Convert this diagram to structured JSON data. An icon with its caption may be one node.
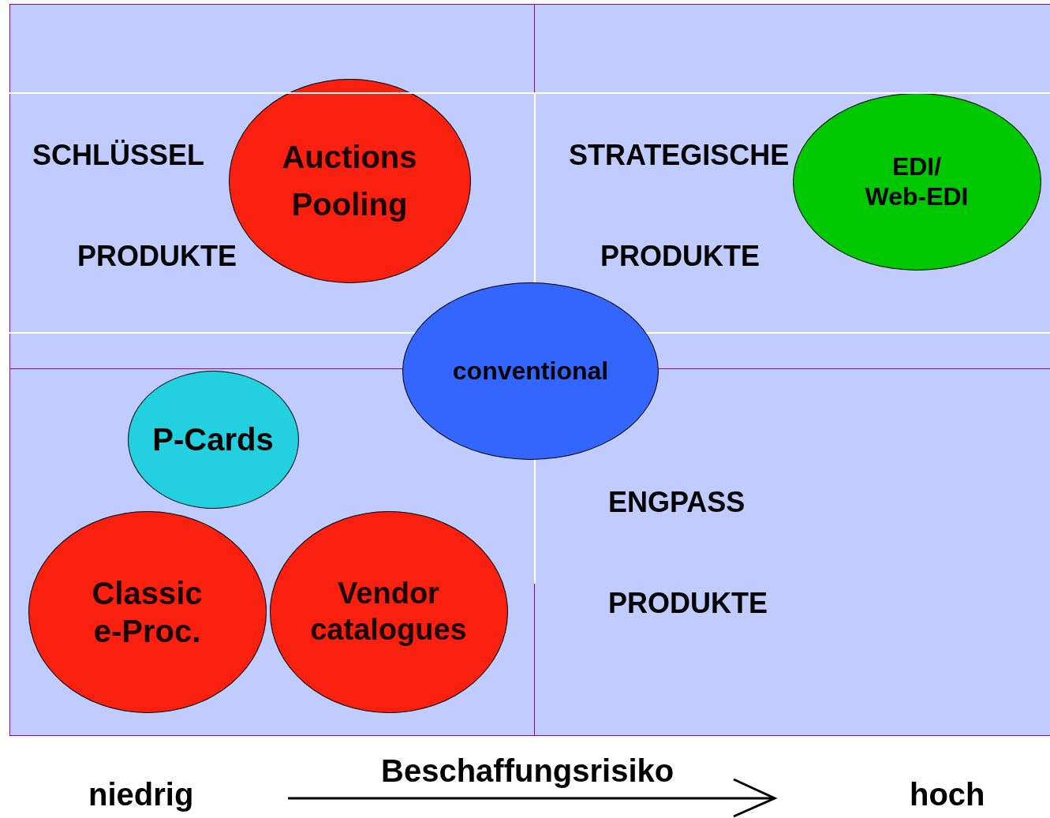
{
  "diagram": {
    "nodes": [
      {
        "text": [
          "SCHLÜSSEL",
          "PRODUKTE"
        ]
      },
      {
        "text": [
          "STRATEGISCHE",
          "PRODUKTE"
        ]
      },
      {
        "text": [],
        "shape": "box"
      },
      {
        "text": [
          "ENGPASS",
          "PRODUKTE"
        ]
      },
      {
        "text": [
          "Auctions",
          "Pooling"
        ],
        "in": 0
      },
      {
        "text": [
          "EDI/ Web-EDI"
        ],
        "in": 1
      },
      {
        "text": [
          "conventional"
        ]
      },
      {
        "text": [
          "P-Cards"
        ],
        "in": 2
      },
      {
        "text": [
          "Classic e-Proc."
        ],
        "in": 2
      },
      {
        "text": [
          "Vendor catalogues"
        ],
        "in": 2
      }
    ],
    "edges": [],
    "labels": [
      "niedrig",
      "Beschaffungsrisiko",
      "hoch"
    ]
  }
}
